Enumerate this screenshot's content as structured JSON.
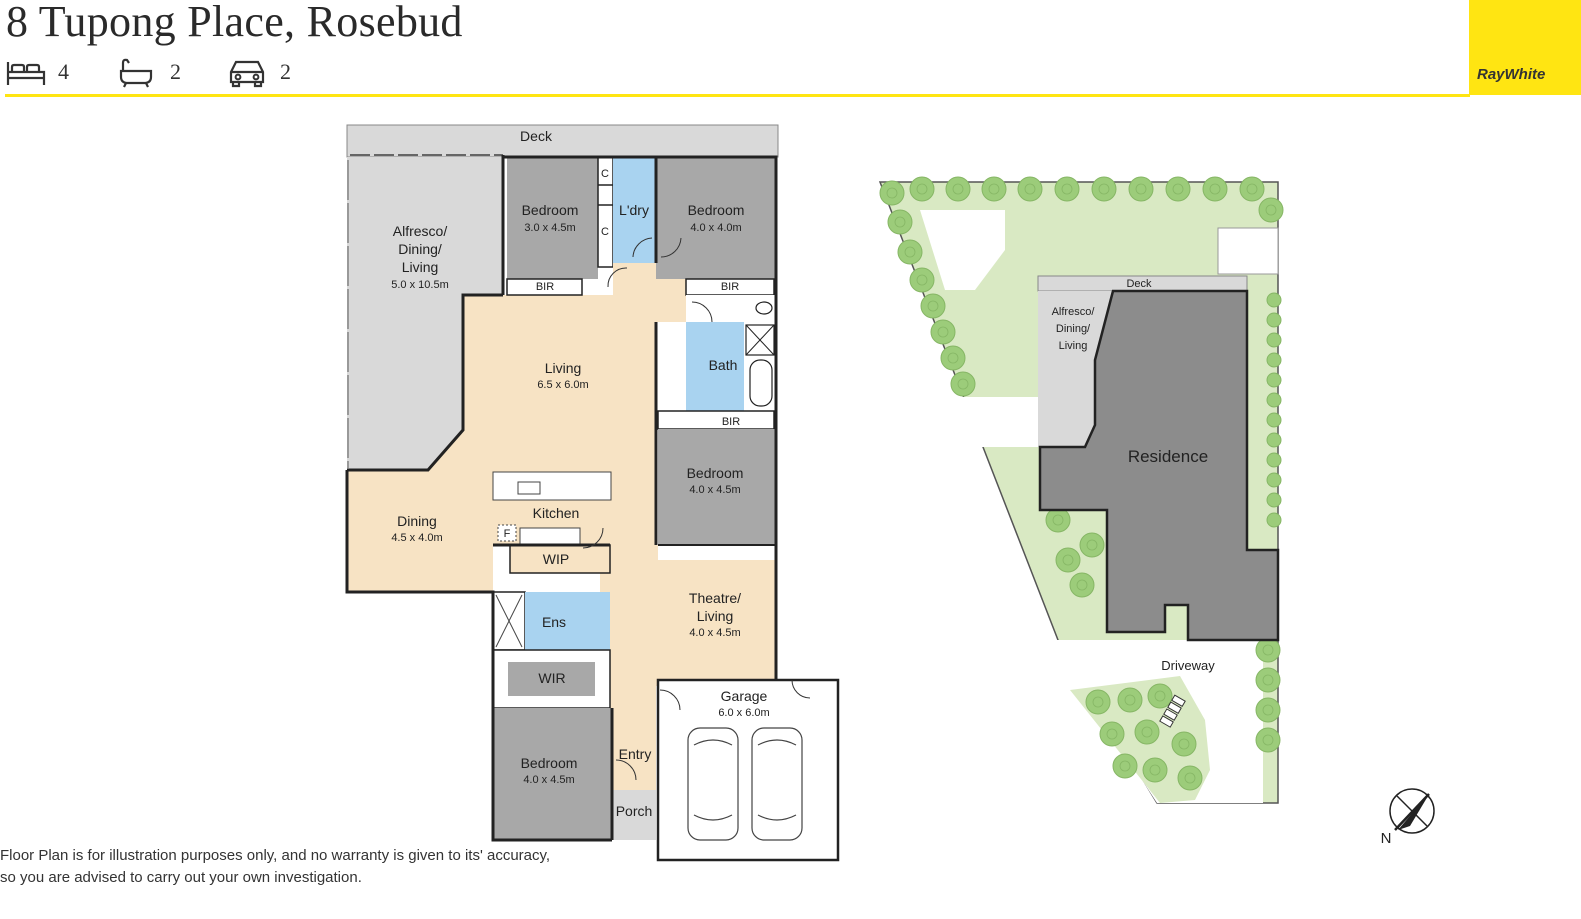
{
  "listing": {
    "title": "8 Tupong Place, Rosebud",
    "features": [
      {
        "icon": "bed-icon",
        "count": "4"
      },
      {
        "icon": "bath-icon",
        "count": "2"
      },
      {
        "icon": "car-icon",
        "count": "2"
      }
    ]
  },
  "brand": {
    "name": "RayWhite",
    "color": "#ffe512"
  },
  "floor_plan": {
    "deck": "Deck",
    "alfresco": {
      "l1": "Alfresco/",
      "l2": "Dining/",
      "l3": "Living",
      "dims": "5.0 x 10.5m"
    },
    "bed1": {
      "label": "Bedroom",
      "dims": "3.0 x 4.5m"
    },
    "laundry": "L'dry",
    "cupboard": "C",
    "bed2": {
      "label": "Bedroom",
      "dims": "4.0 x 4.0m"
    },
    "bir": "BIR",
    "living": {
      "label": "Living",
      "dims": "6.5 x 6.0m"
    },
    "bath": "Bath",
    "bed3": {
      "label": "Bedroom",
      "dims": "4.0 x 4.5m"
    },
    "dining": {
      "label": "Dining",
      "dims": "4.5 x 4.0m"
    },
    "kitchen": "Kitchen",
    "fridge": "F",
    "wip": "WIP",
    "theatre": {
      "l1": "Theatre/",
      "l2": "Living",
      "dims": "4.0 x 4.5m"
    },
    "ens": "Ens",
    "wir": "WIR",
    "garage": {
      "label": "Garage",
      "dims": "6.0 x 6.0m"
    },
    "bed4": {
      "label": "Bedroom",
      "dims": "4.0 x 4.5m"
    },
    "entry": "Entry",
    "porch": "Porch"
  },
  "site_plan": {
    "deck": "Deck",
    "alfresco": {
      "l1": "Alfresco/",
      "l2": "Dining/",
      "l3": "Living"
    },
    "residence": "Residence",
    "driveway": "Driveway",
    "north": "N"
  },
  "colors": {
    "living": "#f7e3c4",
    "wet": "#a9d3f0",
    "bedroom": "#a8a8a8",
    "outdoor": "#d9d9d9",
    "lawn": "#d9e9c3",
    "tree": "#9ccc7a",
    "residence": "#8c8c8c"
  },
  "disclaimer": {
    "line1": "Floor Plan is for illustration purposes only, and no warranty is given to its' accuracy,",
    "line2": "so you are advised to carry out your own investigation."
  }
}
